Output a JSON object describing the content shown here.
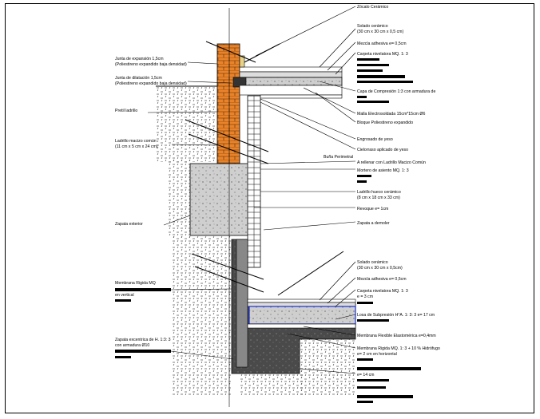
{
  "colors": {
    "brick": "#e8832a",
    "concrete": "#c8c8c8",
    "dark_concrete": "#4a4a4a",
    "membrane_blue": "#1a2fd0",
    "line": "#000000"
  },
  "labels_left": {
    "junta_exp": "Junta de expansión 1,5cm",
    "junta_exp_sub": "(Poliestireno expandido baja densidad)",
    "junta_dil": "Junta de dilatación 1,5cm",
    "junta_dil_sub": "(Poliestireno expandido baja densidad)",
    "pretil": "Pretil ladrillo",
    "ladrillo": "Ladrillo macizo común",
    "ladrillo_sub": "(11 cm x 5 cm x 24 cm)",
    "zapata_ext": "Zapata exterior",
    "membrana_1": "Membrana Rigida MQ",
    "membrana_2": "en vertical",
    "zapata_exc_1": "Zapata excentrica de H. 1:3: 3",
    "zapata_exc_2": "con armadura Ø10"
  },
  "labels_right": {
    "zocalo": "Zócalo Cerámico",
    "solado": "Solado cerámico",
    "solado_sub": "(30 cm x 30 cm x 0,5 cm)",
    "mezcla": "Mezcla adhesiva e= 0,5cm",
    "carpeta": "Carpeta nivelatora MQ. 1: 3",
    "capa": "Capa de Compresión 1:3 con armadura de",
    "malla": "Malla Electrosoldada 15cm*15cm Ø6",
    "bloque": "Bloque Poliestireno expandido",
    "enlucido": "Engrosado de yeso",
    "cielorraso": "Cielorraso aplicado de yeso",
    "buna": "Buña Perimetral",
    "rellenar": "A rellenar con Ladrillo Macizo Común",
    "mortero": "Mortero de asiento MQ. 1: 3",
    "ladrillo_hueco": "Ladrillo hueco cerámico",
    "ladrillo_hueco_sub": "(8 cm x 18 cm x 33 cm)",
    "revoque": "Revoque e= 1cm",
    "zapata_demoler": "Zapata a demoler",
    "solado2": "Solado cerámico",
    "solado2_sub": "(30 cm x 30 cm x 0,5cm)",
    "mezcla2": "Mezcla adhesiva e= 0,5cm",
    "carpeta2": "Carpeta nivelatora MQ. 1: 3",
    "carpeta2_sub": "e = 3 cm",
    "losa": "Losa de Subpresión H°A. 1: 3: 3 e= 17 cm",
    "membrana_flex": "Membrana Flexible Elastomérica e=0,4mm",
    "membrana_rig": "Membrana Rigida MQ. 1: 3 + 10 % Hidrófugo",
    "membrana_rig_sub": "e= 2 cm en horizontal",
    "e14": "e= 14 cm"
  }
}
